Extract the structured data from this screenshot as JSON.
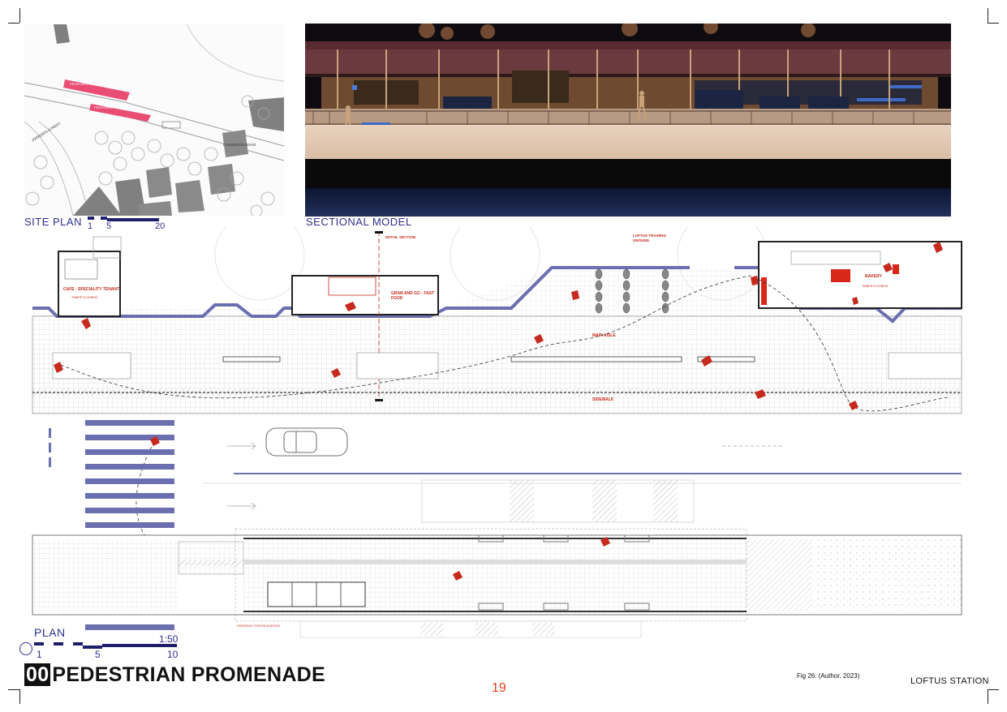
{
  "site_plan": {
    "label": "SITE PLAN",
    "scale_ticks": [
      "1",
      "5",
      "20"
    ],
    "highlight_labels": [
      "PROPOSED NEW STATION",
      "PROPOSED ADDITION"
    ],
    "street_labels": [
      "JORISSEN STREET",
      "LYNNWOOD ROAD"
    ]
  },
  "sectional_model": {
    "label": "SECTIONAL MODEL"
  },
  "plan": {
    "label": "PLAN",
    "scale_ratio": "1:50",
    "scale_ticks": [
      "1",
      "5",
      "10"
    ],
    "annotations": {
      "detail_section": "DETAIL SECTION",
      "loftus_line1": "LOFTUS TRAINING",
      "loftus_line2": "GROUND",
      "cafe": "CAFE - SPECIALITY TENANT",
      "grab_line1": "GRAB AND GO - FAST",
      "grab_line2": "FOOD",
      "bakery": "BAKERY",
      "main_aisle": "MAIN AISLE",
      "sidewalk": "SIDEWALK",
      "timber_flooring": "TIMBER FLOORING",
      "overhead_station": "OVERHEAD STATION ADDITION"
    }
  },
  "footer": {
    "title_number": "00",
    "title_text": "PEDESTRIAN PROMENADE",
    "page_number": "19",
    "figure_caption": "Fig 26: (Author, 2023)",
    "project_name": "LOFTUS STATION"
  },
  "colors": {
    "accent_red": "#c62a1c",
    "plan_blue": "#6b6fb0",
    "label_blue": "#2d2f8c",
    "page_number": "#e0401e"
  }
}
